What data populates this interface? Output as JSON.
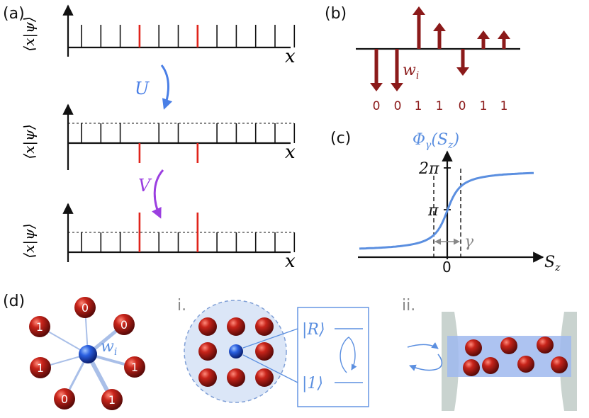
{
  "panels": {
    "a": {
      "label": "(a)",
      "ylabel": "⟨x|ψ⟩",
      "xlabel": "x",
      "op1": "U",
      "op2": "V",
      "n_ticks": 12,
      "marked_ticks": [
        3,
        6
      ]
    },
    "b": {
      "label": "(b)",
      "weight_label": "w",
      "weight_subscript": "i",
      "bits": [
        "0",
        "0",
        "1",
        "1",
        "0",
        "1",
        "1"
      ]
    },
    "c": {
      "label": "(c)",
      "phi_label": "Φ",
      "phi_sub": "γ",
      "phi_arg": "(S",
      "phi_arg_sub": "z",
      "phi_close": ")",
      "y_tick_2pi": "2π",
      "y_tick_pi": "π",
      "x_tick_0": "0",
      "xlabel": "S",
      "xlabel_sub": "z",
      "width_label": "γ"
    },
    "d": {
      "label": "(d)",
      "weight_label": "w",
      "weight_subscript": "i",
      "atom_bits": [
        "0",
        "0",
        "1",
        "1",
        "0",
        "1",
        "1"
      ]
    },
    "i": {
      "label": "i.",
      "ket_R": "|R⟩",
      "ket_1": "|1⟩"
    },
    "ii": {
      "label": "ii."
    }
  },
  "colors": {
    "dark_red": "#8b1a1a",
    "red": "#e0241b",
    "blue": "#5b8fe0",
    "purple": "#9b3fe0",
    "light_blue_fill": "#dbe6f7",
    "cavity_blue": "#9fb9ee",
    "grey": "#c9d3cf"
  }
}
